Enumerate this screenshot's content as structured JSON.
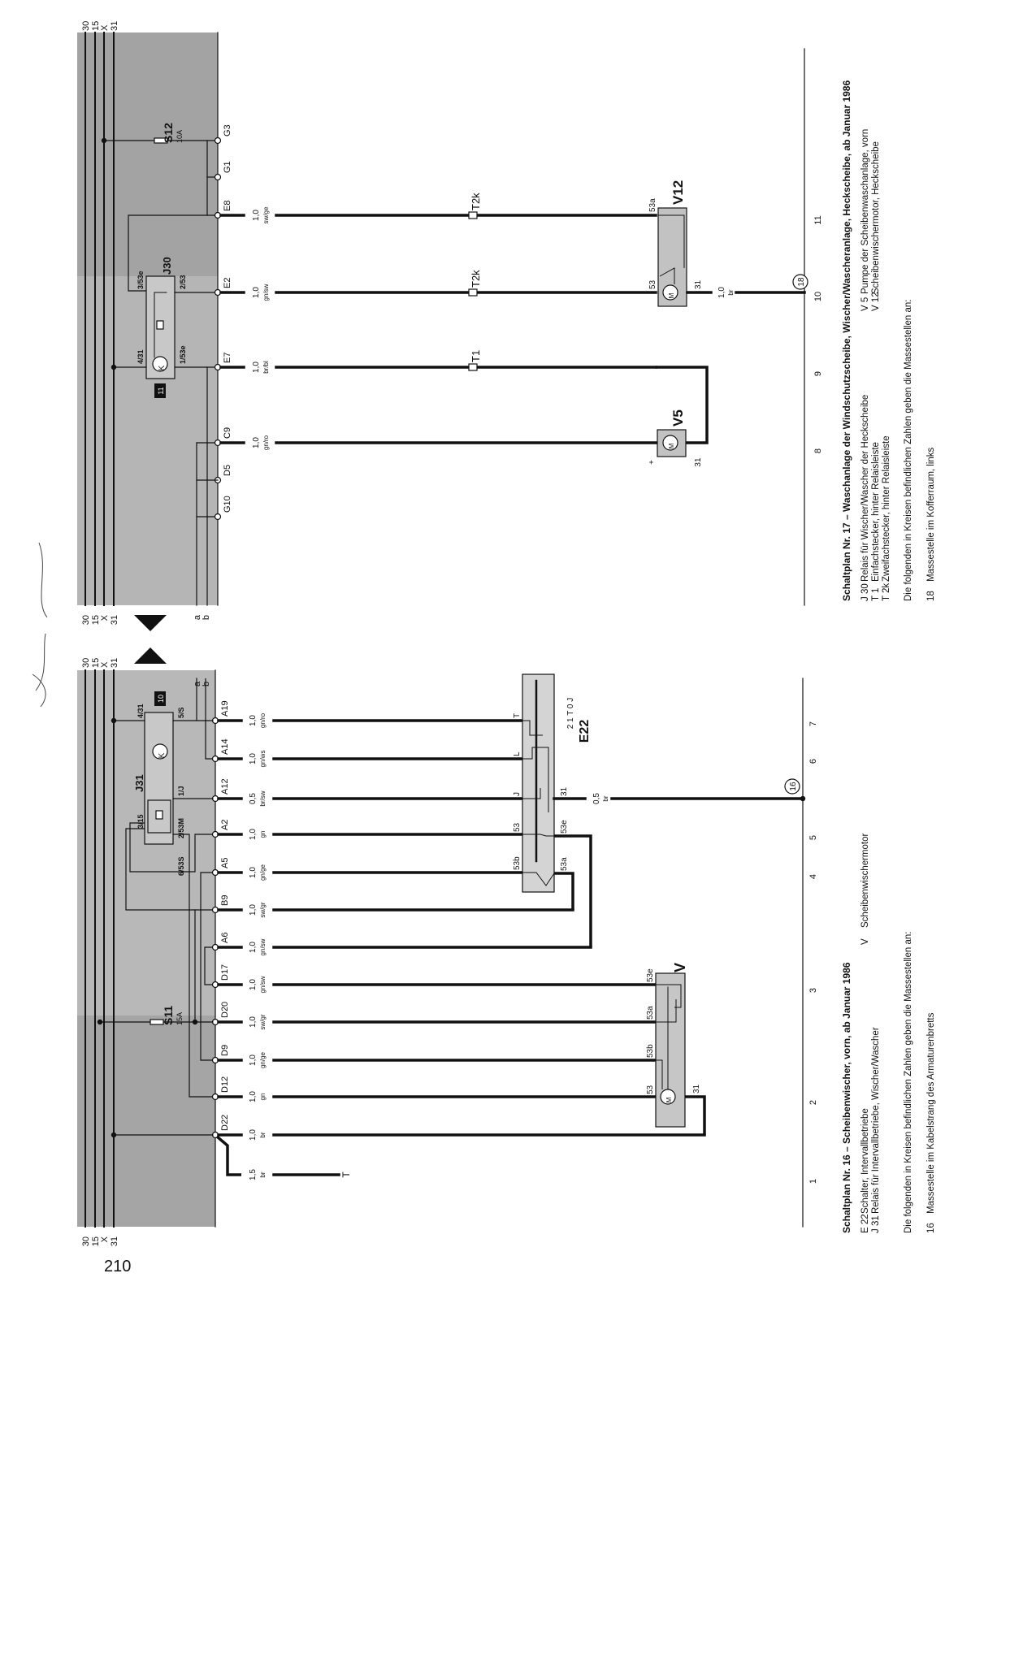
{
  "page_number": "210",
  "bus_labels": [
    "30",
    "15",
    "X",
    "31"
  ],
  "branch_labels": [
    "a",
    "b"
  ],
  "top": {
    "pins": [
      "G3",
      "G1",
      "E8",
      "E2",
      "E7",
      "C9",
      "D5",
      "G10"
    ],
    "wires": [
      {
        "pin": "E8",
        "size": "1,0",
        "color": "sw/ge"
      },
      {
        "pin": "E2",
        "size": "1,0",
        "color": "gn/sw"
      },
      {
        "pin": "E7",
        "size": "1,0",
        "color": "br/bl"
      },
      {
        "pin": "C9",
        "size": "1,0",
        "color": "gn/ro"
      }
    ],
    "relay": {
      "name": "J30",
      "position": "11",
      "coil": "K",
      "pins": [
        "3/53e",
        "2/53",
        "4/31",
        "1/53e"
      ]
    },
    "fuse": {
      "name": "S12",
      "rating": "10A"
    },
    "connectors": [
      "T2k",
      "T2k",
      "T1"
    ],
    "v12": {
      "label": "V12",
      "pins": [
        "53a",
        "53",
        "31"
      ],
      "motor": "M"
    },
    "v5": {
      "label": "V5",
      "pins": [
        "+",
        "31"
      ],
      "motor": "M"
    },
    "ground_wire": {
      "size": "1,0",
      "color": "br"
    },
    "ground_point": "18",
    "columns": [
      "8",
      "9",
      "10",
      "11"
    ],
    "legend": {
      "title": "Schaltplan Nr. 17 – Waschanlage der Windschutzscheibe, Wischer/Wascheranlage, Heckscheibe, ab Januar 1986",
      "items": [
        {
          "code": "J 30",
          "text": "Relais für Wischer/Wascher der Heckscheibe"
        },
        {
          "code": "T 1",
          "text": "Einfachstecker, hinter Relaisleiste"
        },
        {
          "code": "T 2k",
          "text": "Zweifachstecker, hinter Relaisleiste"
        },
        {
          "code": "V 5",
          "text": "Pumpe der Scheibenwaschanlage, vorn"
        },
        {
          "code": "V 12",
          "text": "Scheibenwischermotor, Heckscheibe"
        }
      ],
      "note": "Die folgenden in Kreisen befindlichen Zahlen geben die Massestellen an:",
      "ground": {
        "code": "18",
        "text": "Massestelle im Kofferraum, links"
      }
    }
  },
  "bottom": {
    "pins": [
      "A19",
      "A14",
      "A12",
      "A2",
      "A5",
      "B9",
      "A6",
      "D17",
      "D20",
      "D9",
      "D12",
      "D22"
    ],
    "wires": [
      {
        "pin": "A19",
        "size": "1,0",
        "color": "gn/ro"
      },
      {
        "pin": "A14",
        "size": "1,0",
        "color": "gn/ws"
      },
      {
        "pin": "A12",
        "size": "0,5",
        "color": "br/sw"
      },
      {
        "pin": "A2",
        "size": "1,0",
        "color": "gn"
      },
      {
        "pin": "A5",
        "size": "1,0",
        "color": "gn/ge"
      },
      {
        "pin": "B9",
        "size": "1,0",
        "color": "sw/gr"
      },
      {
        "pin": "A6",
        "size": "1,0",
        "color": "gn/sw"
      },
      {
        "pin": "D17",
        "size": "1,0",
        "color": "gn/sw"
      },
      {
        "pin": "D20",
        "size": "1,0",
        "color": "sw/gr"
      },
      {
        "pin": "D9",
        "size": "1,0",
        "color": "gn/ge"
      },
      {
        "pin": "D12",
        "size": "1,0",
        "color": "gn"
      },
      {
        "pin": "D22",
        "size": "1,0",
        "color": "br"
      }
    ],
    "extra_wire": {
      "size": "1,5",
      "color": "br",
      "target": "T"
    },
    "relay": {
      "name": "J31",
      "position": "10",
      "coil": "K",
      "pins": [
        "4/31",
        "5/S",
        "1/J",
        "3/15",
        "2/53M",
        "6/53S"
      ]
    },
    "fuse": {
      "name": "S11",
      "rating": "15A"
    },
    "e22": {
      "label": "E22",
      "pins_left": [
        "T",
        "L",
        "J",
        "53",
        "53b"
      ],
      "pins_right": [
        "31",
        "53e",
        "53a"
      ],
      "positions": "2 1 T 0 J"
    },
    "v": {
      "label": "V",
      "pins": [
        "53e",
        "53a",
        "53b",
        "53",
        "31"
      ],
      "motor": "M"
    },
    "ground_wire": {
      "size": "0,5",
      "color": "br"
    },
    "ground_point": "16",
    "columns": [
      "1",
      "2",
      "3",
      "4",
      "5",
      "6",
      "7"
    ],
    "legend": {
      "title": "Schaltplan Nr. 16 – Scheibenwischer, vorn, ab Januar 1986",
      "items": [
        {
          "code": "E 22",
          "text": "Schalter, Intervallbetriebe"
        },
        {
          "code": "J 31",
          "text": "Relais für Intervallbetriebe, Wischer/Wascher"
        },
        {
          "code": "V",
          "text": "Scheibenwischermotor"
        }
      ],
      "note": "Die folgenden in Kreisen befindlichen Zahlen geben die Massestellen an:",
      "ground": {
        "code": "16",
        "text": "Massestelle im Kabelstrang des Armaturenbretts"
      }
    }
  }
}
